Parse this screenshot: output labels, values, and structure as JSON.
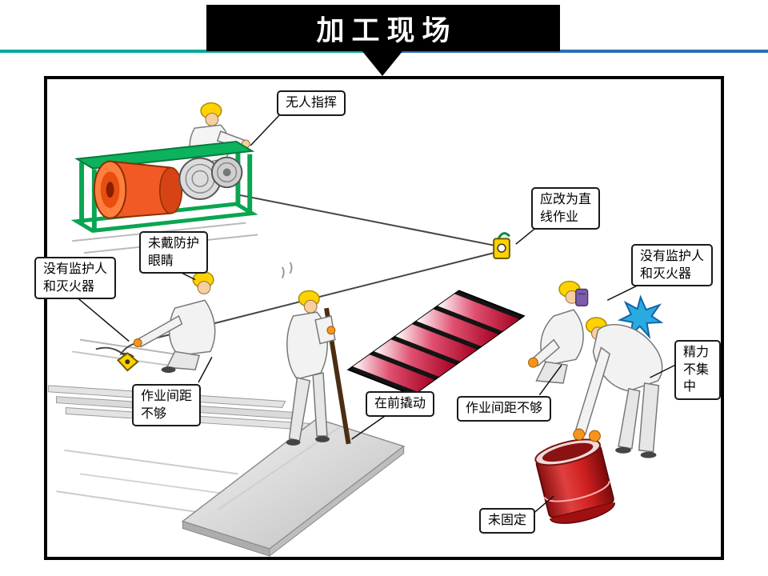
{
  "slide": {
    "title": "加工现场"
  },
  "colors": {
    "banner_bg": "#000000",
    "banner_text": "#ffffff",
    "accent_teal": "#00a99d",
    "accent_blue": "#2b6cb8",
    "frame_border": "#000000",
    "helmet_yellow": "#ffd200",
    "machine_green": "#0aa551",
    "drum_orange": "#f15a24",
    "stair_red": "#a50021",
    "barrel_red": "#c01818",
    "spark_blue": "#29abe2",
    "glove_orange": "#f7941d"
  },
  "callouts": [
    {
      "id": "no-director",
      "text": "无人指挥"
    },
    {
      "id": "change-to-straight-line",
      "text": "应改为直\n线作业"
    },
    {
      "id": "no-protective-goggles",
      "text": "未戴防护\n眼睛"
    },
    {
      "id": "no-supervisor-no-extinguisher-left",
      "text": "没有监护人\n和灭火器"
    },
    {
      "id": "no-supervisor-no-extinguisher-right",
      "text": "没有监护人\n和灭火器"
    },
    {
      "id": "work-spacing-insufficient-left",
      "text": "作业间距\n不够"
    },
    {
      "id": "prying-at-front",
      "text": "在前撬动"
    },
    {
      "id": "work-spacing-insufficient-right",
      "text": "作业间距不够"
    },
    {
      "id": "lack-of-concentration",
      "text": "精力不集中"
    },
    {
      "id": "not-secured",
      "text": "未固定"
    }
  ],
  "scene": {
    "elements": [
      "winch-machine",
      "operator-worker",
      "crouching-worker",
      "prybar-worker",
      "masked-worker",
      "bent-worker",
      "staircase",
      "steel-plates",
      "wire-rope",
      "pulley-block",
      "floor-pulley",
      "drum-barrel",
      "spark"
    ]
  }
}
